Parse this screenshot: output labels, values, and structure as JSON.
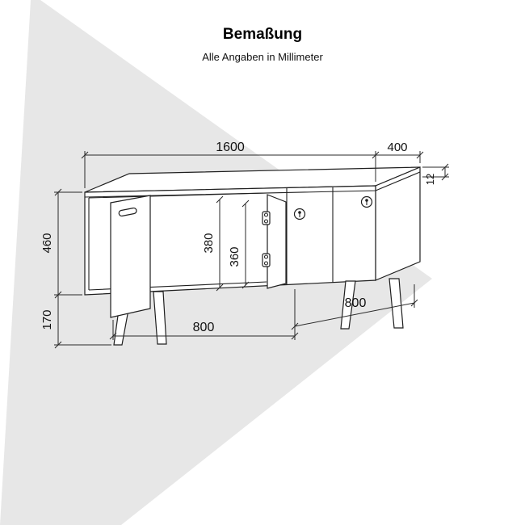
{
  "page": {
    "title": "Bemaßung",
    "subtitle": "Alle Angaben in Millimeter"
  },
  "drawing": {
    "type": "furniture-dimension-diagram",
    "object": "sideboard-lowboard",
    "dims": {
      "total_width": "1600",
      "depth": "400",
      "top_panel_thickness": "12",
      "body_height": "460",
      "leg_height": "170",
      "interior_height_back": "380",
      "interior_height_front": "360",
      "left_section_width": "800",
      "right_section_width": "800"
    },
    "colors": {
      "line": "#1f1f1f",
      "watermark": "#e7e7e7",
      "background": "#ffffff"
    }
  }
}
